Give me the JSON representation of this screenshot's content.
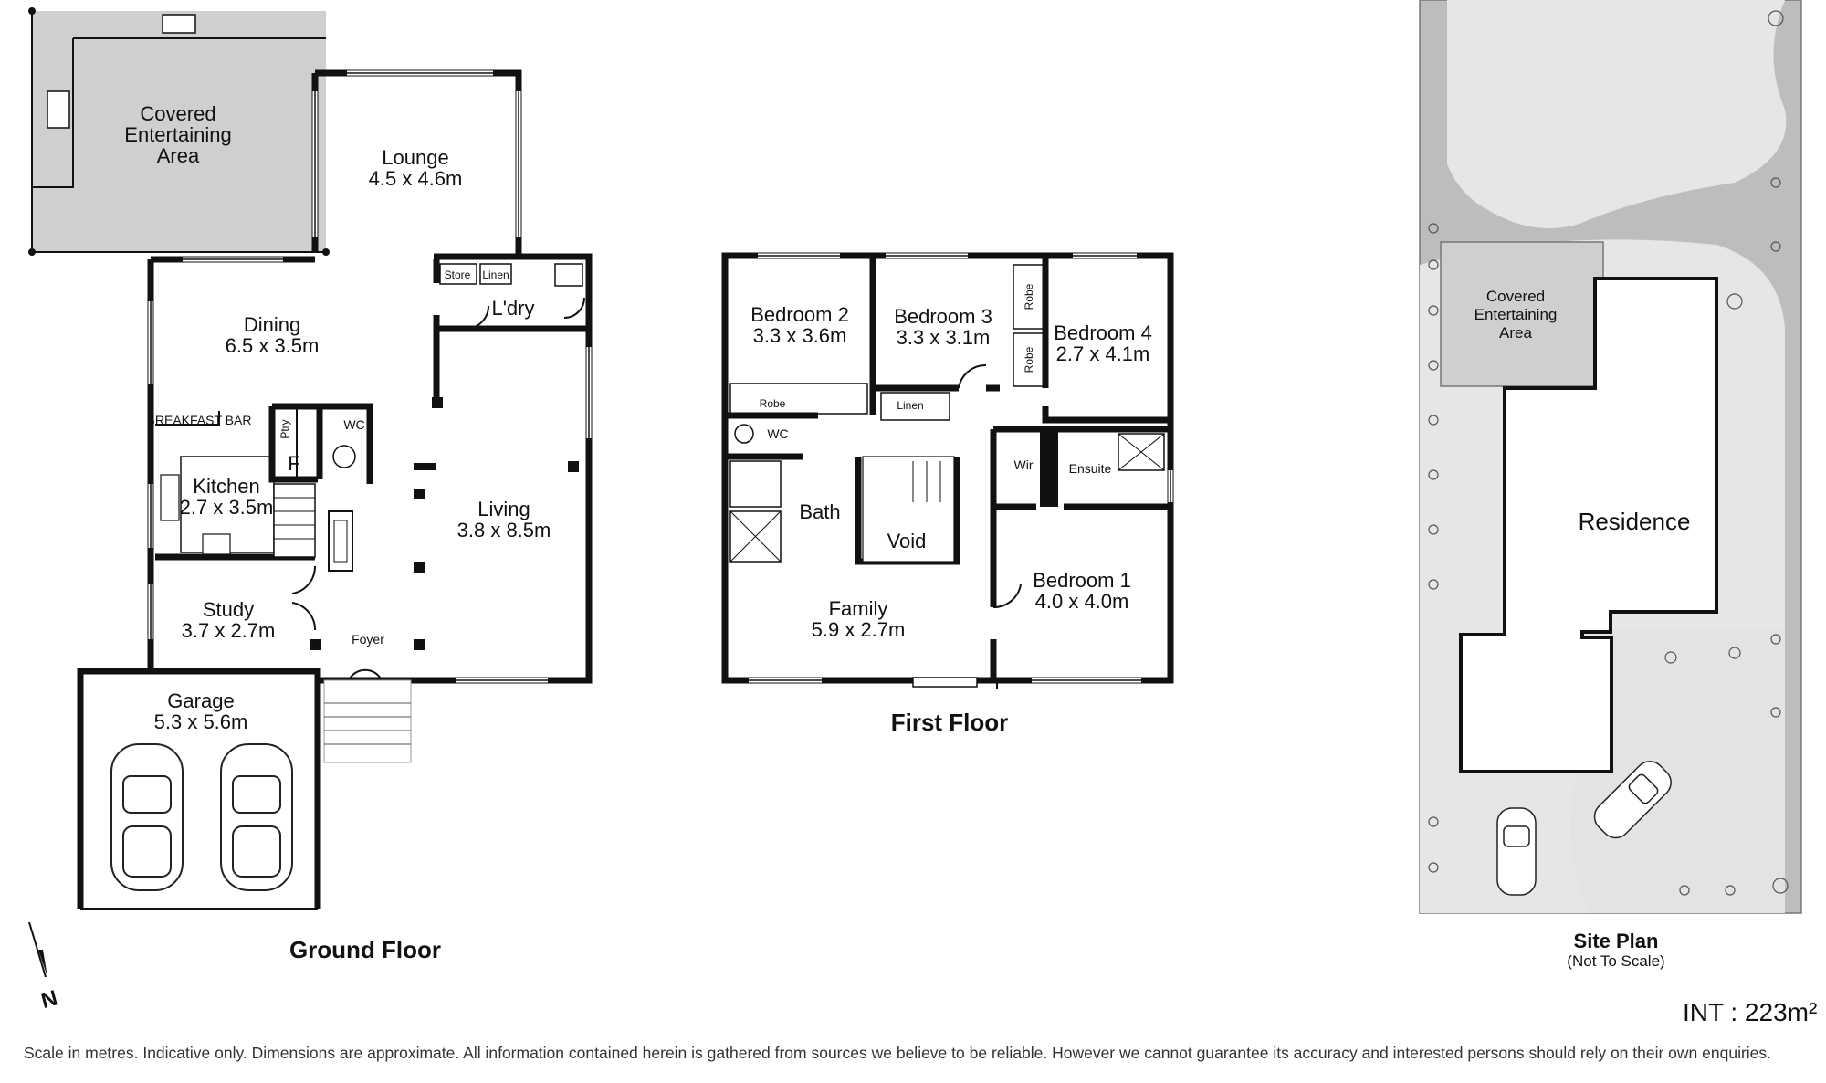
{
  "ground_floor": {
    "heading": "Ground Floor",
    "rooms": {
      "entertaining": [
        "Covered",
        "Entertaining",
        "Area"
      ],
      "lounge": [
        "Lounge",
        "4.5 x 4.6m"
      ],
      "dining": [
        "Dining",
        "6.5 x 3.5m"
      ],
      "kitchen": [
        "Kitchen",
        "2.7 x 3.5m"
      ],
      "living": [
        "Living",
        "3.8 x 8.5m"
      ],
      "study": [
        "Study",
        "3.7 x 2.7m"
      ],
      "garage": [
        "Garage",
        "5.3 x 5.6m"
      ]
    },
    "labels": {
      "laundry": "L'dry",
      "store": "Store",
      "linen": "Linen",
      "breakfast_bar": "BREAKFAST BAR",
      "pantry": "Ptry",
      "wc": "WC",
      "fridge": "F",
      "foyer": "Foyer"
    }
  },
  "first_floor": {
    "heading": "First Floor",
    "rooms": {
      "bedroom2": [
        "Bedroom 2",
        "3.3 x 3.6m"
      ],
      "bedroom3": [
        "Bedroom 3",
        "3.3 x 3.1m"
      ],
      "bedroom4": [
        "Bedroom 4",
        "2.7 x 4.1m"
      ],
      "bedroom1": [
        "Bedroom 1",
        "4.0 x 4.0m"
      ],
      "family": [
        "Family",
        "5.9 x 2.7m"
      ]
    },
    "labels": {
      "robe": "Robe",
      "linen": "Linen",
      "wc": "WC",
      "bath": "Bath",
      "void": "Void",
      "wir": "Wir",
      "ensuite": "Ensuite"
    }
  },
  "site_plan": {
    "heading": "Site Plan",
    "subheading": "(Not To Scale)",
    "residence": "Residence",
    "entertaining": [
      "Covered",
      "Entertaining",
      "Area"
    ]
  },
  "compass": "N",
  "internal_area": "INT : 223m²",
  "disclaimer": "Scale in metres. Indicative only. Dimensions are approximate. All information contained herein is gathered from sources we believe to be reliable. However we cannot guarantee its accuracy and interested persons should rely on their own enquiries.",
  "colors": {
    "wall": "#111111",
    "outdoor": "#cfcfcf",
    "site_ground": "#bdbdbd",
    "site_path": "#e6e6e6"
  }
}
